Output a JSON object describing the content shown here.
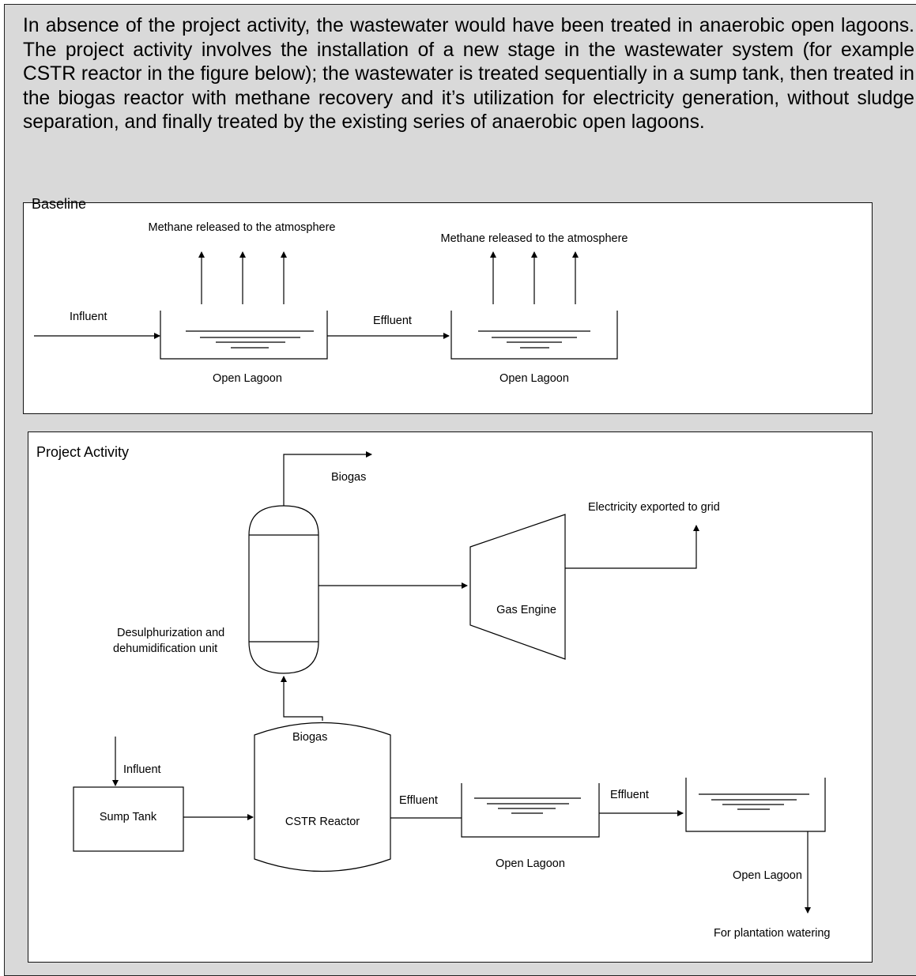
{
  "intro_text": "In absence of the project activity, the wastewater would have been treated in anaerobic open lagoons. The project activity involves the installation of a new stage in the wastewater system (for example CSTR reactor in the figure below); the wastewater is treated sequentially in a sump tank, then treated in the biogas reactor with methane recovery and it’s utilization for electricity generation, without sludge separation, and finally treated by the existing series of anaerobic open lagoons.",
  "baseline": {
    "title": "Baseline",
    "methane_label_1": "Methane released to the atmosphere",
    "methane_label_2": "Methane released to the atmosphere",
    "influent": "Influent",
    "effluent": "Effluent",
    "lagoon_1": "Open Lagoon",
    "lagoon_2": "Open Lagoon"
  },
  "project": {
    "title": "Project Activity",
    "biogas_top": "Biogas",
    "electricity": "Electricity exported to grid",
    "desulph_line1": "Desulphurization and",
    "desulph_line2": "dehumidification unit",
    "gas_engine": "Gas Engine",
    "biogas_mid": "Biogas",
    "influent": "Influent",
    "sump_tank": "Sump Tank",
    "cstr_reactor": "CSTR Reactor",
    "effluent_1": "Effluent",
    "effluent_2": "Effluent",
    "lagoon_1": "Open Lagoon",
    "lagoon_2": "Open Lagoon",
    "plantation": "For plantation watering"
  }
}
